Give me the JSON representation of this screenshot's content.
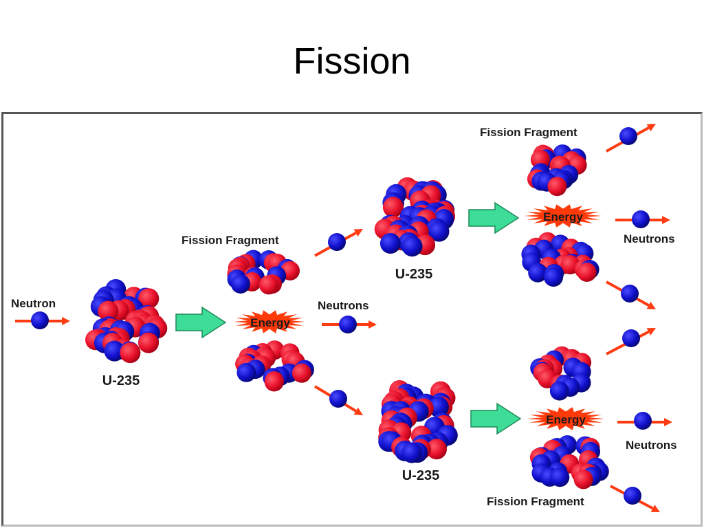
{
  "slide": {
    "title": "Fission"
  },
  "colors": {
    "proton": "#e8102a",
    "neutron_particle": "#1010cc",
    "arrow_red": "#ff3b12",
    "arrow_green": "#3ddc97",
    "energy_burst": "#ff3a0a",
    "label_text": "#1a1a1a"
  },
  "labels": {
    "neutron": "Neutron",
    "u235_1": "U-235",
    "u235_2": "U-235",
    "u235_3": "U-235",
    "fragment_1": "Fission Fragment",
    "fragment_2": "Fission Fragment",
    "fragment_3": "Fission Fragment",
    "neutrons_1": "Neutrons",
    "neutrons_2": "Neutrons",
    "neutrons_3": "Neutrons",
    "energy_1": "Energy",
    "energy_2": "Energy",
    "energy_3": "Energy"
  }
}
